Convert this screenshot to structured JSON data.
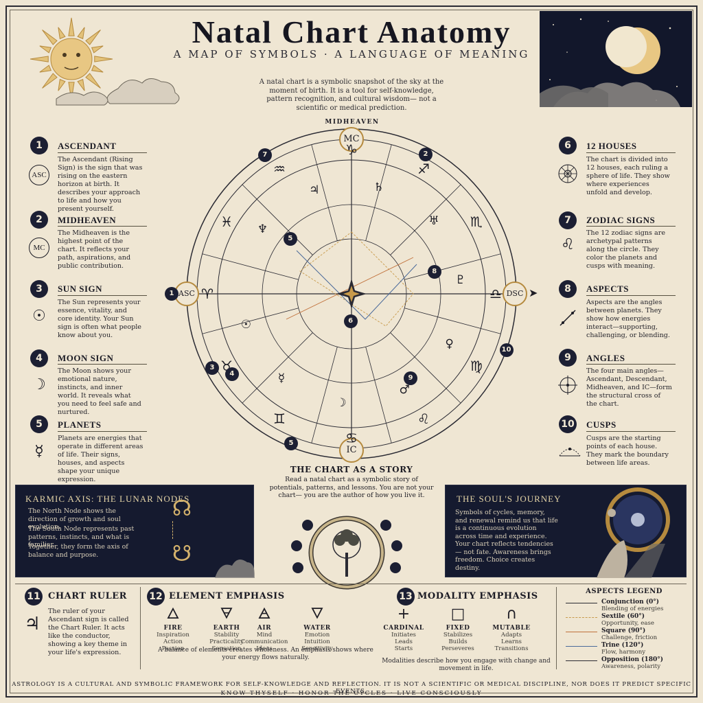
{
  "header": {
    "title": "Natal Chart Anatomy",
    "subtitle": "A MAP OF SYMBOLS · A LANGUAGE OF MEANING",
    "intro": "A natal chart is a symbolic snapshot of the sky at the moment of birth. It is a tool for self-knowledge, pattern recognition, and cultural wisdom— not a scientific or medical prediction."
  },
  "left_items": [
    {
      "num": "1",
      "title": "ASCENDANT",
      "symbol": "ASC",
      "text": "The Ascendant (Rising Sign) is the sign that was rising on the eastern horizon at birth. It describes your approach to life and how you present yourself."
    },
    {
      "num": "2",
      "title": "MIDHEAVEN",
      "symbol": "MC",
      "text": "The Midheaven is the highest point of the chart. It reflects your path, aspirations, and public contribution."
    },
    {
      "num": "3",
      "title": "SUN SIGN",
      "symbol": "☉",
      "text": "The Sun represents your essence, vitality, and core identity. Your Sun sign is often what people know about you."
    },
    {
      "num": "4",
      "title": "MOON SIGN",
      "symbol": "☽",
      "text": "The Moon shows your emotional nature, instincts, and inner world. It reveals what you need to feel safe and nurtured."
    },
    {
      "num": "5",
      "title": "PLANETS",
      "symbol": "☿",
      "text": "Planets are energies that operate in different areas of life. Their signs, houses, and aspects shape your unique expression."
    }
  ],
  "right_items": [
    {
      "num": "6",
      "title": "12 HOUSES",
      "symbol": "house-wheel-icon",
      "text": "The chart is divided into 12 houses, each ruling a sphere of life. They show where experiences unfold and develop."
    },
    {
      "num": "7",
      "title": "ZODIAC SIGNS",
      "symbol": "♌",
      "text": "The 12 zodiac signs are archetypal patterns along the circle. They color the planets and cusps with meaning."
    },
    {
      "num": "8",
      "title": "ASPECTS",
      "symbol": "aspect-line-icon",
      "text": "Aspects are the angles between planets. They show how energies interact—supporting, challenging, or blending."
    },
    {
      "num": "9",
      "title": "ANGLES",
      "symbol": "crosshair-icon",
      "text": "The four main angles— Ascendant, Descendant, Midheaven, and IC—form the structural cross of the chart."
    },
    {
      "num": "10",
      "title": "CUSPS",
      "symbol": "cusp-arc-icon",
      "text": "Cusps are the starting points of each house. They mark the boundary between life areas."
    }
  ],
  "wheel": {
    "top_label": "MIDHEAVEN",
    "mc": "MC",
    "ic": "IC",
    "asc": "ASC",
    "dsc": "DSC",
    "outer_signs": [
      "♑",
      "♐",
      "♏",
      "♎",
      "♍",
      "♌",
      "♋",
      "♊",
      "♉",
      "♈",
      "♓",
      "♒"
    ],
    "planets": [
      "♆",
      "♃",
      "♄",
      "♅",
      "♇",
      "♀",
      "♂",
      "☽",
      "☿",
      "☉"
    ],
    "markers": [
      "1",
      "2",
      "3",
      "4",
      "5",
      "5",
      "6",
      "7",
      "8",
      "9",
      "10"
    ]
  },
  "story": {
    "title": "THE CHART AS A STORY",
    "text": "Read a natal chart as a symbolic story of potentials, patterns, and lessons. You are not your chart— you are the author of how you live it."
  },
  "karmic": {
    "title": "KARMIC AXIS: THE LUNAR NODES",
    "p1": "The North Node shows the direction of growth and soul evolution.",
    "p2": "The South Node represents past patterns, instincts, and what is familiar.",
    "p3": "Together, they form the axis of balance and purpose.",
    "north_symbol": "☊",
    "south_symbol": "☋"
  },
  "journey": {
    "title": "THE SOUL'S JOURNEY",
    "p1": "Symbols of cycles, memory, and renewal remind us that life is a continuous evolution across time and experience.",
    "p2": "Your chart reflects tendencies— not fate. Awareness brings freedom. Choice creates destiny."
  },
  "chart_ruler": {
    "num": "11",
    "title": "CHART RULER",
    "symbol": "♃",
    "text": "The ruler of your Ascendant sign is called the Chart Ruler. It acts like the conductor, showing a key theme in your life's expression."
  },
  "elements": {
    "num": "12",
    "title": "ELEMENT EMPHASIS",
    "items": [
      {
        "symbol": "🜂",
        "name": "FIRE",
        "kw": [
          "Inspiration",
          "Action",
          "Passion"
        ]
      },
      {
        "symbol": "🜃",
        "name": "EARTH",
        "kw": [
          "Stability",
          "Practicality",
          "Sensation"
        ]
      },
      {
        "symbol": "🜁",
        "name": "AIR",
        "kw": [
          "Mind",
          "Communication",
          "Ideas"
        ]
      },
      {
        "symbol": "🜄",
        "name": "WATER",
        "kw": [
          "Emotion",
          "Intuition",
          "Sensitivity"
        ]
      }
    ],
    "note": "A balance of elements creates wholeness. An emphasis shows where your energy flows naturally."
  },
  "modality": {
    "num": "13",
    "title": "MODALITY EMPHASIS",
    "items": [
      {
        "symbol": "+",
        "name": "CARDINAL",
        "kw": [
          "Initiates",
          "Leads",
          "Starts"
        ]
      },
      {
        "symbol": "□",
        "name": "FIXED",
        "kw": [
          "Stabilizes",
          "Builds",
          "Perseveres"
        ]
      },
      {
        "symbol": "∩",
        "name": "MUTABLE",
        "kw": [
          "Adapts",
          "Learns",
          "Transitions"
        ]
      }
    ],
    "note": "Modalities describe how you engage with change and movement in life."
  },
  "aspects_legend": {
    "title": "ASPECTS LEGEND",
    "items": [
      {
        "name": "Conjunction (0°)",
        "desc": "Blending of energies",
        "color": "#2a2a33"
      },
      {
        "name": "Sextile (60°)",
        "desc": "Opportunity, ease",
        "color": "#c89a4a"
      },
      {
        "name": "Square (90°)",
        "desc": "Challenge, friction",
        "color": "#c0703a"
      },
      {
        "name": "Trine (120°)",
        "desc": "Flow, harmony",
        "color": "#4a6a9a"
      },
      {
        "name": "Opposition (180°)",
        "desc": "Awareness, polarity",
        "color": "#2a2a33"
      }
    ]
  },
  "footer": {
    "line1": "ASTROLOGY IS A CULTURAL AND SYMBOLIC FRAMEWORK FOR SELF-KNOWLEDGE AND REFLECTION. IT IS NOT A SCIENTIFIC OR MEDICAL DISCIPLINE, NOR DOES IT PREDICT SPECIFIC EVENTS.",
    "line2": "KNOW THYSELF · HONOR THE CYCLES · LIVE CONSCIOUSLY"
  },
  "colors": {
    "paper": "#efe6d3",
    "ink": "#1e1d25",
    "navy": "#151a2f",
    "gold": "#c89a4a"
  }
}
